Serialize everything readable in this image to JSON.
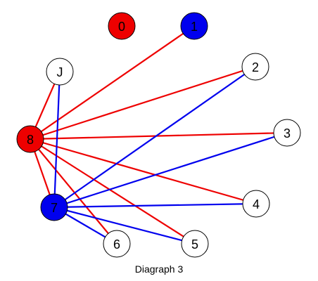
{
  "caption": "Diagraph 3",
  "colors": {
    "red": "#ee0000",
    "blue": "#0000ee",
    "white": "#ffffff",
    "outline": "#000000"
  },
  "nodes": [
    {
      "id": "0",
      "label": "0",
      "fill": "red"
    },
    {
      "id": "1",
      "label": "1",
      "fill": "blue"
    },
    {
      "id": "2",
      "label": "2",
      "fill": "white"
    },
    {
      "id": "3",
      "label": "3",
      "fill": "white"
    },
    {
      "id": "4",
      "label": "4",
      "fill": "white"
    },
    {
      "id": "5",
      "label": "5",
      "fill": "white"
    },
    {
      "id": "6",
      "label": "6",
      "fill": "white"
    },
    {
      "id": "7",
      "label": "7",
      "fill": "blue"
    },
    {
      "id": "8",
      "label": "8",
      "fill": "red"
    },
    {
      "id": "J",
      "label": "J",
      "fill": "white"
    }
  ],
  "edges": [
    {
      "from": "8",
      "to": "1",
      "color": "red"
    },
    {
      "from": "8",
      "to": "J",
      "color": "red"
    },
    {
      "from": "8",
      "to": "2",
      "color": "red"
    },
    {
      "from": "8",
      "to": "3",
      "color": "red"
    },
    {
      "from": "8",
      "to": "4",
      "color": "red"
    },
    {
      "from": "8",
      "to": "5",
      "color": "red"
    },
    {
      "from": "8",
      "to": "6",
      "color": "red"
    },
    {
      "from": "8",
      "to": "7",
      "color": "red"
    },
    {
      "from": "7",
      "to": "J",
      "color": "blue"
    },
    {
      "from": "7",
      "to": "2",
      "color": "blue"
    },
    {
      "from": "7",
      "to": "3",
      "color": "blue"
    },
    {
      "from": "7",
      "to": "4",
      "color": "blue"
    },
    {
      "from": "7",
      "to": "5",
      "color": "blue"
    },
    {
      "from": "7",
      "to": "6",
      "color": "blue"
    }
  ]
}
